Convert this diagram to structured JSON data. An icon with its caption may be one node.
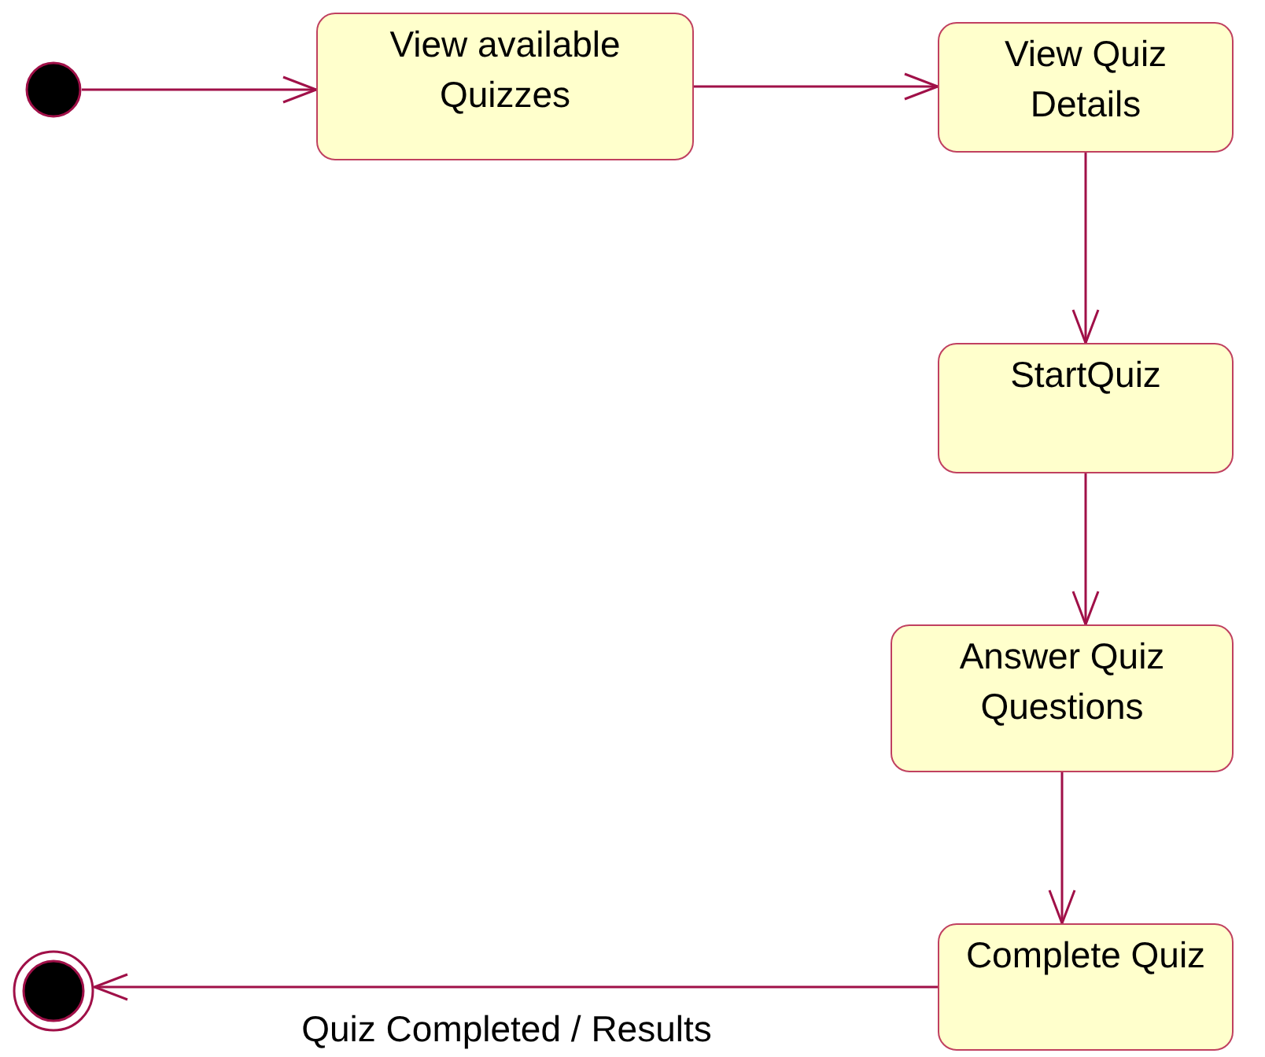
{
  "diagram": {
    "nodes": [
      {
        "text": [],
        "shape": "circle"
      },
      {
        "text": [
          "View available Quizzes"
        ]
      },
      {
        "text": [
          "View Quiz Details"
        ]
      },
      {
        "text": [
          "StartQuiz"
        ]
      },
      {
        "text": [
          "Answer Quiz Questions"
        ]
      },
      {
        "text": [
          "Complete Quiz"
        ]
      },
      {
        "text": [],
        "shape": "bullseye"
      }
    ],
    "edges": [
      {
        "from": 0,
        "to": 1,
        "arrow": "to"
      },
      {
        "from": 1,
        "to": 2,
        "arrow": "to"
      },
      {
        "from": 2,
        "to": 3,
        "arrow": "to"
      },
      {
        "from": 3,
        "to": 4,
        "arrow": "to"
      },
      {
        "from": 4,
        "to": 5,
        "arrow": "to"
      },
      {
        "from": 5,
        "to": 6,
        "arrow": "to",
        "label": "Quiz Completed / Results"
      }
    ]
  }
}
